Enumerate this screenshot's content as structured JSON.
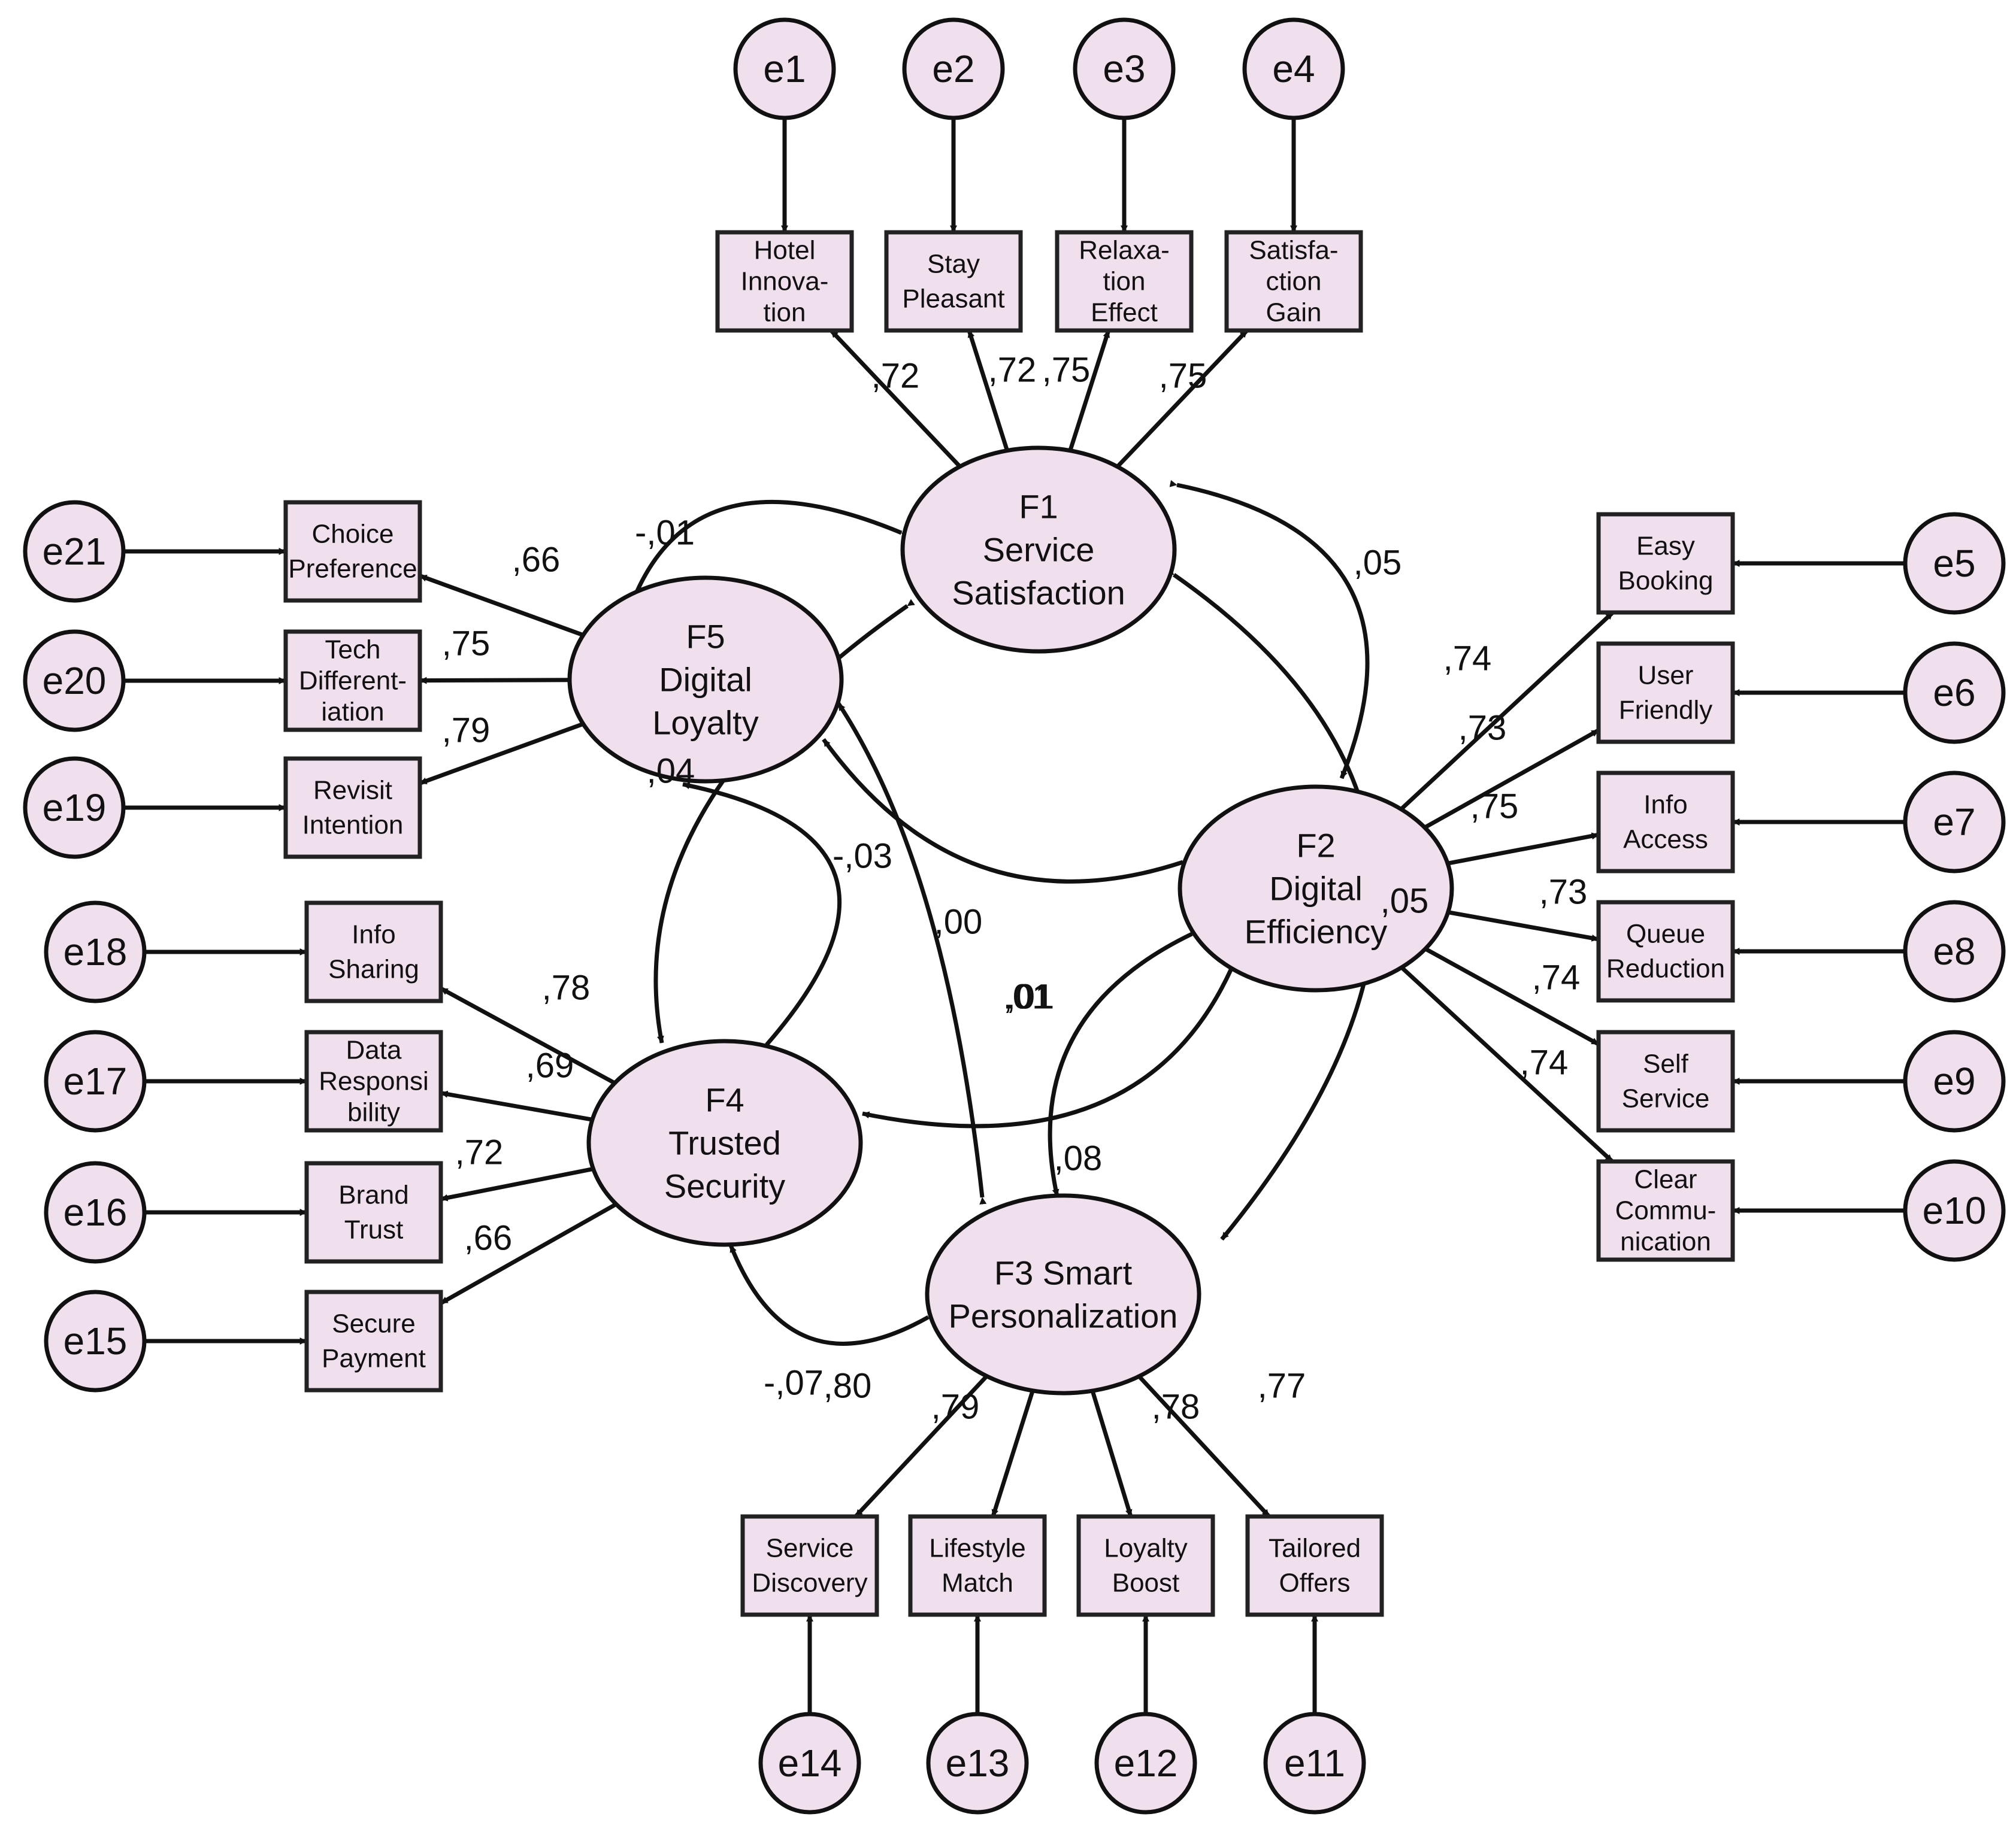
{
  "colors": {
    "fill": "#f0e0ee",
    "stroke": "#111111",
    "background": "#ffffff"
  },
  "latents": [
    {
      "id": "F1",
      "lines": [
        "F1",
        "Service",
        "Satisfaction"
      ]
    },
    {
      "id": "F2",
      "lines": [
        "F2",
        "Digital",
        "Efficiency"
      ]
    },
    {
      "id": "F3",
      "lines": [
        "F3 Smart",
        "Personalization"
      ]
    },
    {
      "id": "F4",
      "lines": [
        "F4",
        "Trusted",
        "Security"
      ]
    },
    {
      "id": "F5",
      "lines": [
        "F5",
        "Digital",
        "Loyalty"
      ]
    }
  ],
  "indicators": [
    {
      "id": "HI",
      "lines": [
        "Hotel",
        "Innova-",
        "tion"
      ]
    },
    {
      "id": "SP",
      "lines": [
        "Stay",
        "Pleasant"
      ]
    },
    {
      "id": "RE",
      "lines": [
        "Relaxa-",
        "tion",
        "Effect"
      ]
    },
    {
      "id": "SG",
      "lines": [
        "Satisfa-",
        "ction",
        "Gain"
      ]
    },
    {
      "id": "EB",
      "lines": [
        "Easy",
        "Booking"
      ]
    },
    {
      "id": "UF",
      "lines": [
        "User",
        "Friendly"
      ]
    },
    {
      "id": "IA",
      "lines": [
        "Info",
        "Access"
      ]
    },
    {
      "id": "QR",
      "lines": [
        "Queue",
        "Reduction"
      ]
    },
    {
      "id": "SS",
      "lines": [
        "Self",
        "Service"
      ]
    },
    {
      "id": "CC",
      "lines": [
        "Clear",
        "Commu-",
        "nication"
      ]
    },
    {
      "id": "TO",
      "lines": [
        "Tailored",
        "Offers"
      ]
    },
    {
      "id": "LB",
      "lines": [
        "Loyalty",
        "Boost"
      ]
    },
    {
      "id": "LM",
      "lines": [
        "Lifestyle",
        "Match"
      ]
    },
    {
      "id": "SD",
      "lines": [
        "Service",
        "Discovery"
      ]
    },
    {
      "id": "SPY",
      "lines": [
        "Secure",
        "Payment"
      ]
    },
    {
      "id": "BT",
      "lines": [
        "Brand",
        "Trust"
      ]
    },
    {
      "id": "DR",
      "lines": [
        "Data",
        "Responsi",
        "bility"
      ]
    },
    {
      "id": "IS",
      "lines": [
        "Info",
        "Sharing"
      ]
    },
    {
      "id": "RI",
      "lines": [
        "Revisit",
        "Intention"
      ]
    },
    {
      "id": "TD",
      "lines": [
        "Tech",
        "Different-",
        "iation"
      ]
    },
    {
      "id": "CP",
      "lines": [
        "Choice",
        "Preference"
      ]
    }
  ],
  "errors": [
    "e1",
    "e2",
    "e3",
    "e4",
    "e5",
    "e6",
    "e7",
    "e8",
    "e9",
    "e10",
    "e11",
    "e12",
    "e13",
    "e14",
    "e15",
    "e16",
    "e17",
    "e18",
    "e19",
    "e20",
    "e21"
  ],
  "loadings": [
    {
      "from": "F1",
      "to": "HI",
      "value": ",72"
    },
    {
      "from": "F1",
      "to": "SP",
      "value": ",72"
    },
    {
      "from": "F1",
      "to": "RE",
      "value": ",75"
    },
    {
      "from": "F1",
      "to": "SG",
      "value": ",75"
    },
    {
      "from": "F2",
      "to": "EB",
      "value": ",74"
    },
    {
      "from": "F2",
      "to": "UF",
      "value": ",73"
    },
    {
      "from": "F2",
      "to": "IA",
      "value": ",75"
    },
    {
      "from": "F2",
      "to": "QR",
      "value": ",73"
    },
    {
      "from": "F2",
      "to": "SS",
      "value": ",74"
    },
    {
      "from": "F2",
      "to": "CC",
      "value": ",74"
    },
    {
      "from": "F3",
      "to": "TO",
      "value": ",77"
    },
    {
      "from": "F3",
      "to": "LB",
      "value": ",78"
    },
    {
      "from": "F3",
      "to": "LM",
      "value": ",79"
    },
    {
      "from": "F3",
      "to": "SD",
      "value": ",80"
    },
    {
      "from": "F4",
      "to": "SPY",
      "value": ",66"
    },
    {
      "from": "F4",
      "to": "BT",
      "value": ",72"
    },
    {
      "from": "F4",
      "to": "DR",
      "value": ",69"
    },
    {
      "from": "F4",
      "to": "IS",
      "value": ",78"
    },
    {
      "from": "F5",
      "to": "RI",
      "value": ",79"
    },
    {
      "from": "F5",
      "to": "TD",
      "value": ",75"
    },
    {
      "from": "F5",
      "to": "CP",
      "value": ",66"
    }
  ],
  "covariances": [
    {
      "a": "F1",
      "b": "F2",
      "value": ",05"
    },
    {
      "a": "F1",
      "b": "F3",
      "value": ",05"
    },
    {
      "a": "F1",
      "b": "F4",
      "value": ",04"
    },
    {
      "a": "F1",
      "b": "F5",
      "value": "-,01"
    },
    {
      "a": "F2",
      "b": "F3",
      "value": ",08"
    },
    {
      "a": "F2",
      "b": "F4",
      "value": ",01"
    },
    {
      "a": "F2",
      "b": "F5",
      "value": ",00"
    },
    {
      "a": "F3",
      "b": "F4",
      "value": "-,07"
    },
    {
      "a": "F3",
      "b": "F5",
      "value": ",01"
    },
    {
      "a": "F4",
      "b": "F5",
      "value": "-,03"
    }
  ]
}
